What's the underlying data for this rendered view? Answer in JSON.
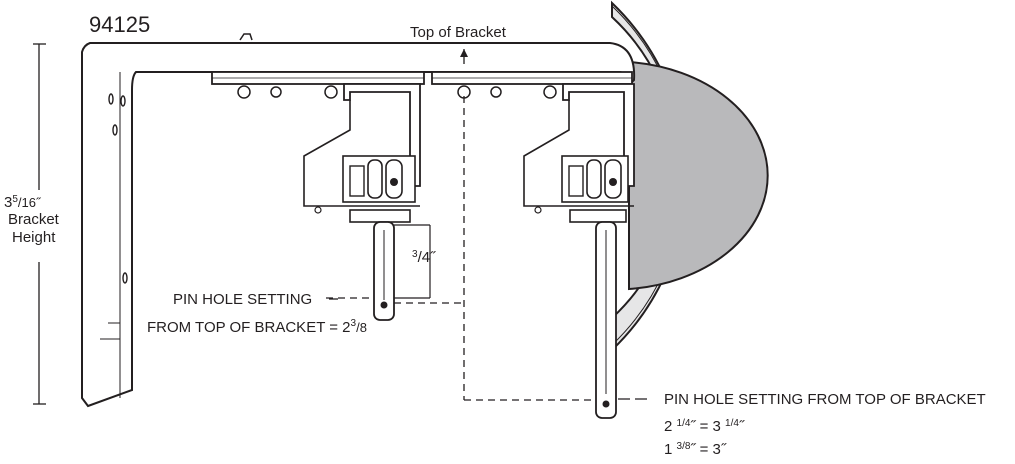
{
  "diagram": {
    "model_number": "94125",
    "top_label": "Top of Bracket",
    "height_label": {
      "whole": "3",
      "numerator": "5",
      "denominator": "/16",
      "mark": "˝",
      "line1": "Bracket",
      "line2": "Height"
    },
    "three_quarter": {
      "numerator": "3",
      "denominator": "/4",
      "mark": "˝"
    },
    "pin_setting_left": {
      "line1": "PIN HOLE SETTING",
      "line2_prefix": "FROM TOP OF BRACKET = 2",
      "line2_numerator": "3",
      "line2_denominator": "/8"
    },
    "pin_setting_right": {
      "line1": "PIN HOLE SETTING FROM TOP OF BRACKET",
      "row1": {
        "a_whole": "2 ",
        "a_frac": "1/4",
        "a_mark": "˝ = 3 ",
        "b_frac": "1/4",
        "b_mark": "˝"
      },
      "row2": {
        "a_whole": "1 ",
        "a_frac": "3/8",
        "a_mark": "˝ = 3˝"
      }
    },
    "colors": {
      "stroke": "#231f20",
      "rod_gray": "#b9b9bb",
      "ring_fill": "#e6e6e7",
      "white": "#ffffff"
    }
  }
}
